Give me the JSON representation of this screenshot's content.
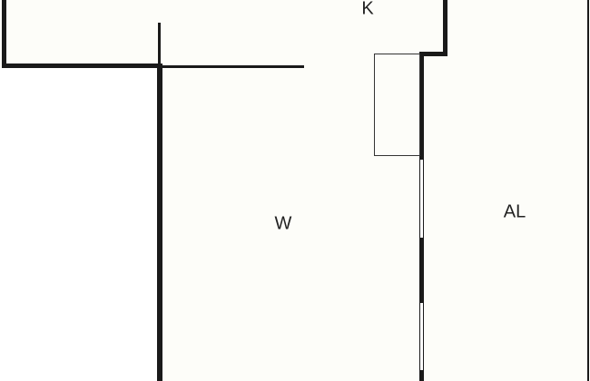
{
  "rooms": [
    {
      "id": "kitchen",
      "label": "K"
    },
    {
      "id": "living",
      "label": "W"
    },
    {
      "id": "alcove",
      "label": "AL"
    }
  ],
  "colors": {
    "wall": "#1a1a1a",
    "floor": "#fdfdf9",
    "outside": "#ffffff"
  }
}
